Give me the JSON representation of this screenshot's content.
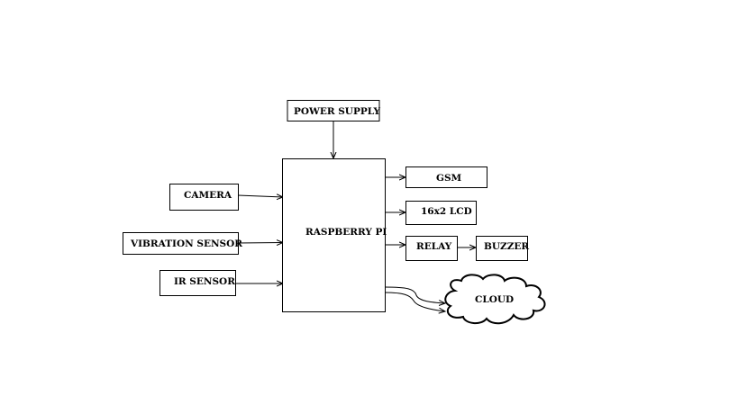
{
  "diagram": {
    "nodes": {
      "power_supply": "POWER SUPPLY",
      "camera": "CAMERA",
      "vibration_sensor": "VIBRATION SENSOR",
      "ir_sensor": "IR SENSOR",
      "raspberry_pi": "RASPBERRY PI",
      "gsm": "GSM",
      "lcd": "16x2 LCD",
      "relay": "RELAY",
      "buzzer": "BUZZER",
      "cloud": "CLOUD"
    },
    "edges": [
      {
        "from": "power_supply",
        "to": "raspberry_pi"
      },
      {
        "from": "camera",
        "to": "raspberry_pi"
      },
      {
        "from": "vibration_sensor",
        "to": "raspberry_pi"
      },
      {
        "from": "ir_sensor",
        "to": "raspberry_pi"
      },
      {
        "from": "raspberry_pi",
        "to": "gsm"
      },
      {
        "from": "raspberry_pi",
        "to": "lcd"
      },
      {
        "from": "raspberry_pi",
        "to": "relay"
      },
      {
        "from": "relay",
        "to": "buzzer"
      },
      {
        "from": "raspberry_pi",
        "to": "cloud"
      },
      {
        "from": "raspberry_pi",
        "to": "cloud"
      }
    ],
    "colors": {
      "stroke": "#000000",
      "fill": "#ffffff"
    }
  }
}
